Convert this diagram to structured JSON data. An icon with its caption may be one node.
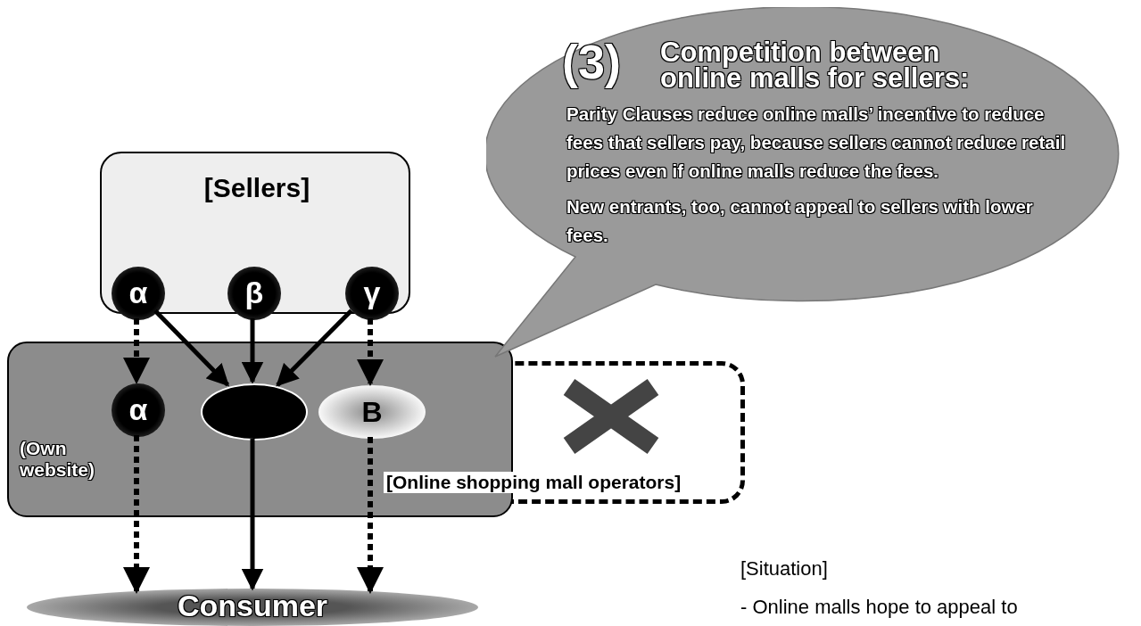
{
  "diagram": {
    "nodes": [
      {
        "text": [
          "[Sellers]"
        ]
      },
      {
        "text": [
          "α"
        ],
        "in": 0
      },
      {
        "text": [
          "β"
        ],
        "in": 0
      },
      {
        "text": [
          "γ"
        ],
        "in": 0
      },
      {
        "text": [
          "(Own website)"
        ]
      },
      {
        "text": [
          "α"
        ],
        "in": 4
      },
      {
        "text": [
          "[Online shopping mall operators]"
        ]
      },
      {
        "text": [],
        "shape": "ellipse",
        "in": 4
      },
      {
        "text": [
          "B"
        ],
        "in": 4
      },
      {
        "text": [
          "Consumer"
        ]
      },
      {
        "text": [
          "(3)",
          "Competition between online malls for sellers:",
          "Parity Clauses reduce online malls’ incentive to reduce fees that sellers pay, because sellers cannot reduce retail prices even if online malls reduce the fees.",
          "New entrants, too, cannot appeal to sellers with lower fees."
        ]
      }
    ],
    "edges": [
      {
        "from": 1,
        "to": 5,
        "arrow": "to",
        "style": "dashed"
      },
      {
        "from": 1,
        "to": 7,
        "arrow": "to"
      },
      {
        "from": 2,
        "to": 7,
        "arrow": "to"
      },
      {
        "from": 3,
        "to": 7,
        "arrow": "to"
      },
      {
        "from": 3,
        "to": 8,
        "arrow": "to",
        "style": "dashed"
      },
      {
        "from": 5,
        "to": 9,
        "arrow": "to",
        "style": "dashed"
      },
      {
        "from": 7,
        "to": 9,
        "arrow": "to"
      },
      {
        "from": 8,
        "to": 9,
        "arrow": "to",
        "style": "dashed"
      }
    ],
    "labels": [
      "[Situation]",
      "- Online malls hope to appeal to"
    ]
  }
}
